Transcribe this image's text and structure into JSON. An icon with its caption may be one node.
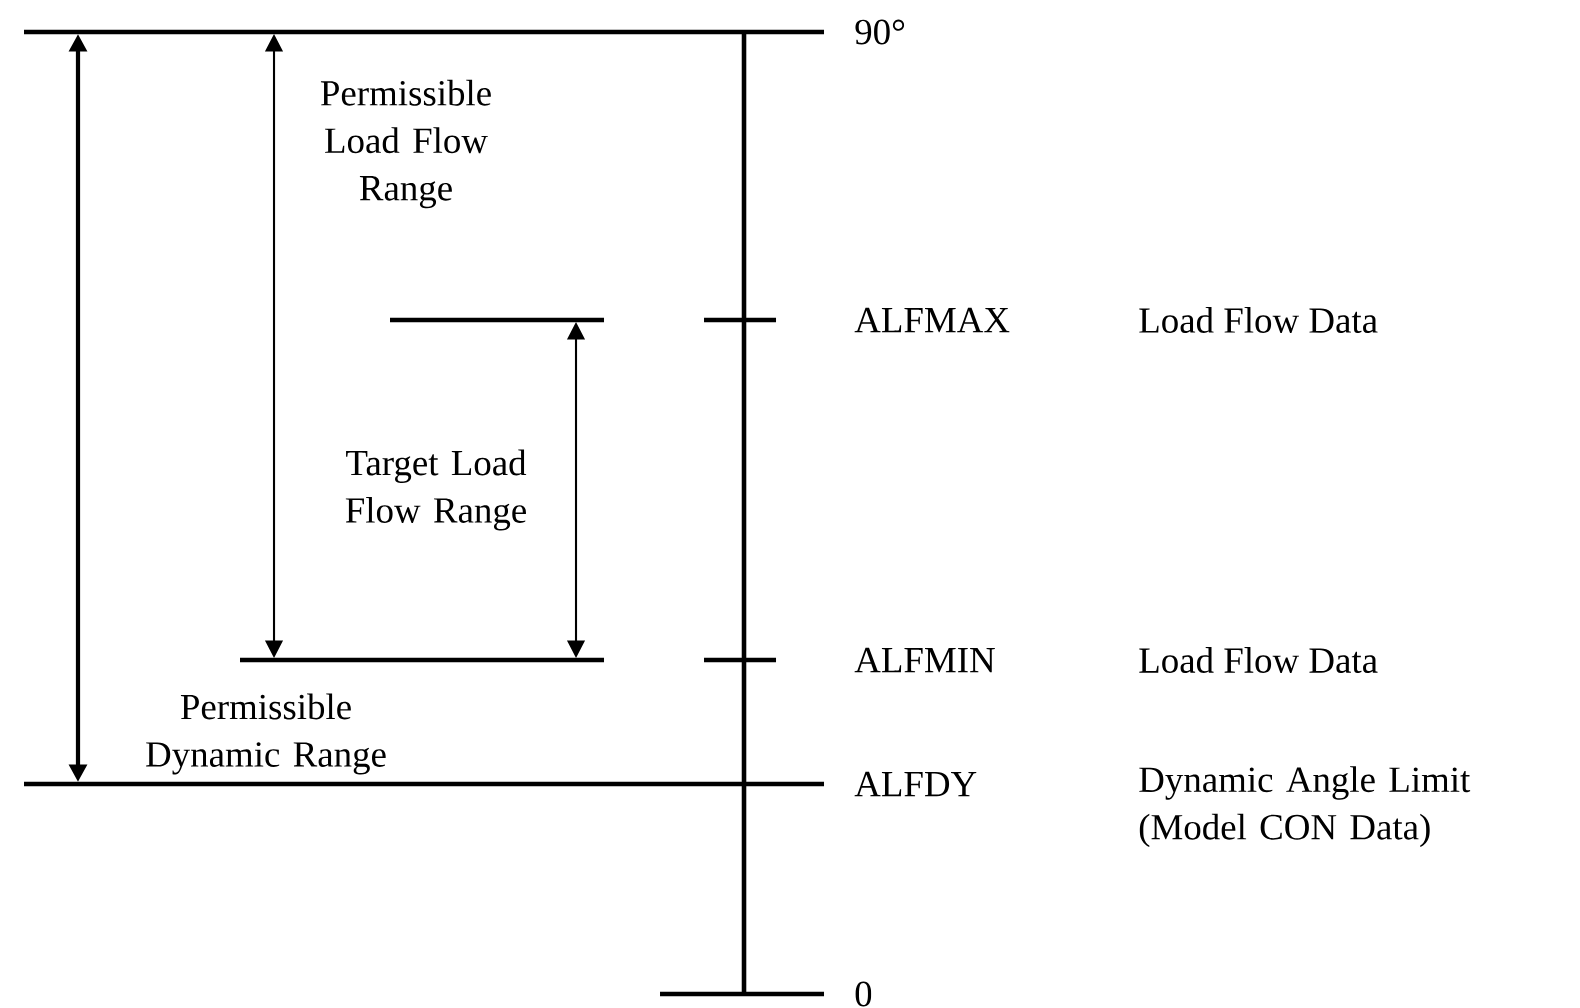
{
  "diagram": {
    "labels": [
      "90°",
      "Permissible Load Flow Range",
      "ALFMAX",
      "Load Flow Data",
      "Target Load Flow Range",
      "ALFMIN",
      "Load Flow Data",
      "Permissible Dynamic Range",
      "ALFDY",
      "Dynamic Angle Limit (Model CON Data)",
      "0"
    ]
  }
}
